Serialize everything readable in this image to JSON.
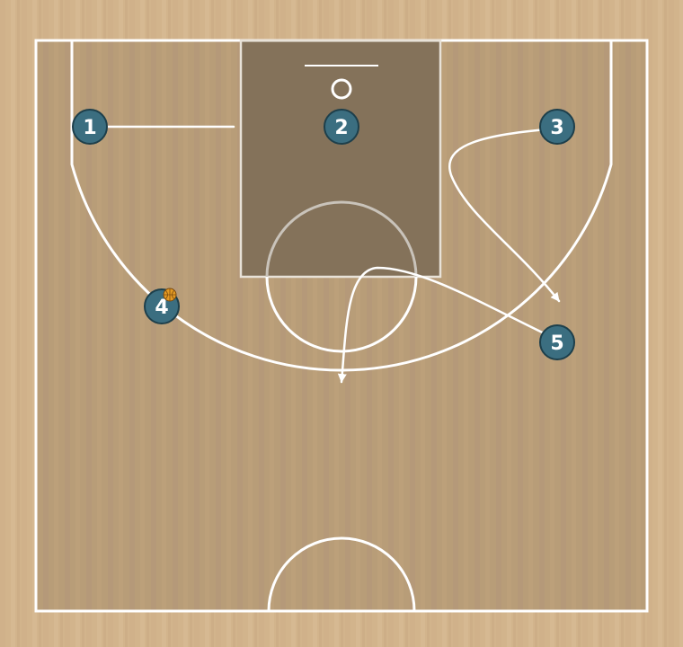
{
  "colors": {
    "outer_wood": "#d2b48c",
    "inner_floor": "#b89d78",
    "paint": "#84725a",
    "line": "#ffffff",
    "player_fill": "#3b6e80",
    "player_stroke": "#1d3f4b",
    "ball": "#e39a23"
  },
  "players": [
    {
      "label": "1"
    },
    {
      "label": "2"
    },
    {
      "label": "3"
    },
    {
      "label": "4",
      "has_ball": true
    },
    {
      "label": "5"
    }
  ]
}
